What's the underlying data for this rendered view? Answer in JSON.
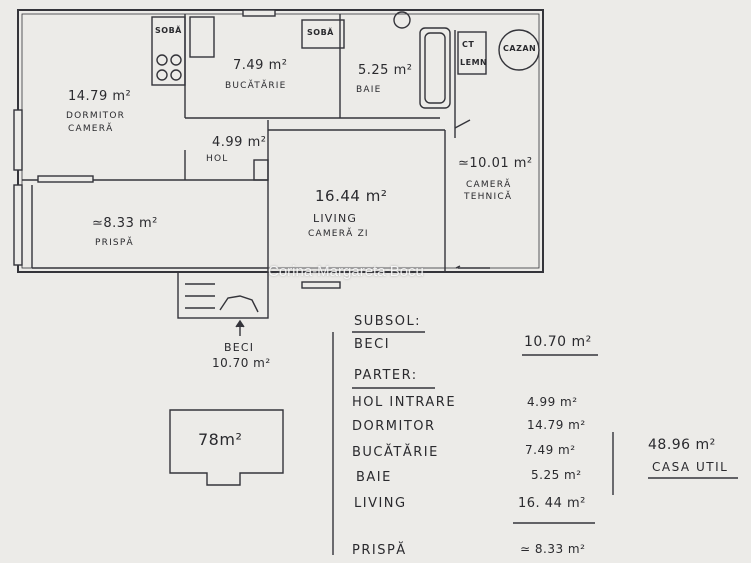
{
  "plan": {
    "rooms": {
      "dormitor": {
        "area": "14.79 m²",
        "name_1": "DORMITOR",
        "name_2": "CAMERĂ"
      },
      "bucatarie": {
        "area": "7.49 m²",
        "name": "BUCĂTĂRIE"
      },
      "baie": {
        "area": "5.25 m²",
        "name": "BAIE"
      },
      "hol": {
        "area": "4.99 m²",
        "name": "HOL"
      },
      "living": {
        "area": "16.44 m²",
        "name_1": "LIVING",
        "name_2": "CAMERĂ ZI"
      },
      "camera_tehnica": {
        "area": "≃10.01 m²",
        "name_1": "CAMERĂ",
        "name_2": "TEHNICĂ"
      },
      "prispa": {
        "area": "≃8.33 m²",
        "name": "PRISPĂ"
      }
    },
    "fixtures": {
      "soba_1": "SOBĂ",
      "soba_2": "SOBĂ",
      "ct_1": "CT",
      "ct_2": "LEMN",
      "cazan": "CAZAN"
    },
    "beci": {
      "name": "BECI",
      "area": "10.70 m²"
    },
    "footprint": "78m²"
  },
  "table": {
    "subsol_heading": "SUBSOL:",
    "subsol_rows": [
      {
        "label": "BECI",
        "value": "10.70 m²"
      }
    ],
    "parter_heading": "PARTER:",
    "parter_rows": [
      {
        "label": "HOL INTRARE",
        "value": "4.99 m²"
      },
      {
        "label": "DORMITOR",
        "value": "14.79 m²"
      },
      {
        "label": "BUCĂTĂRIE",
        "value": "7.49 m²"
      },
      {
        "label": "BAIE",
        "value": "5.25 m²"
      },
      {
        "label": "LIVING",
        "value": "16. 44 m²"
      }
    ],
    "partial_row": {
      "label": "PRISPĂ",
      "value": "≃ 8.33 m²"
    },
    "total": {
      "value": "48.96 m²",
      "label": "CASA UTIL"
    }
  },
  "watermark": "Corina-Margareta Bocu"
}
